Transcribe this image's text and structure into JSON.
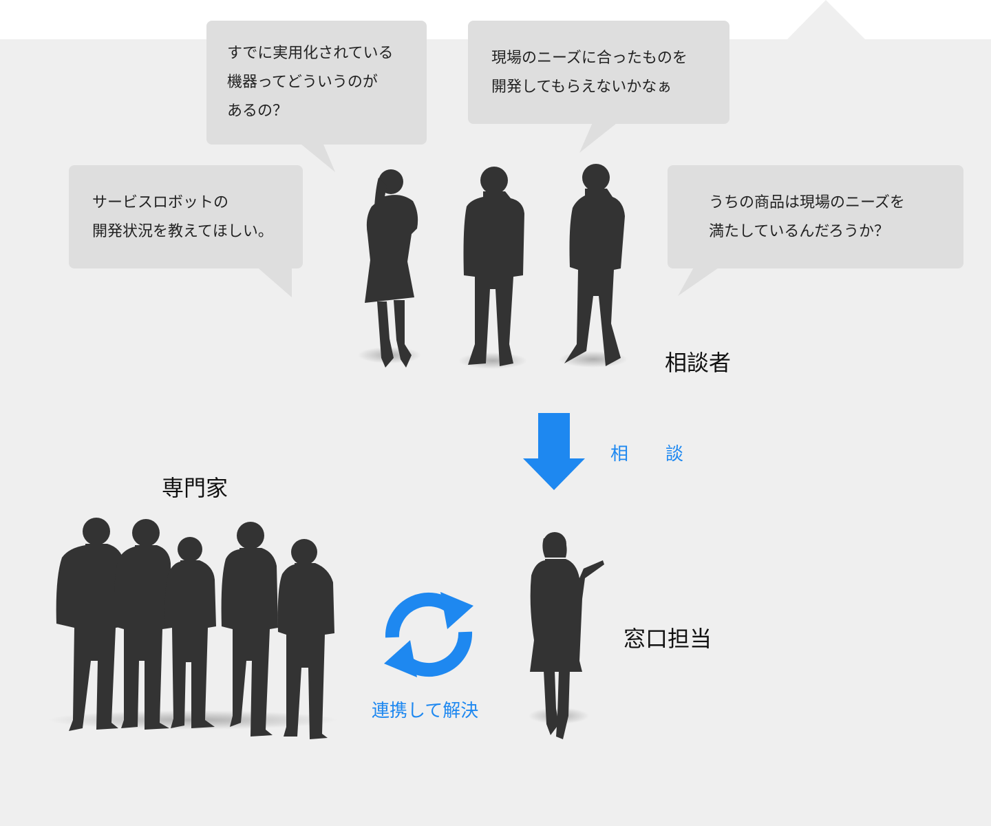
{
  "colors": {
    "panel": "#efefef",
    "bubble": "#dedede",
    "silhouette": "#333333",
    "accent_blue": "#1e88f0",
    "text": "#111111"
  },
  "bubbles": [
    {
      "id": "robot-question",
      "lines": [
        "サービスロボットの",
        "開発状況を教えてほしい。"
      ]
    },
    {
      "id": "equipment-question",
      "lines": [
        "すでに実用化されている",
        "機器ってどういうのが",
        "あるの？"
      ]
    },
    {
      "id": "needs-development",
      "lines": [
        "現場のニーズに合ったものを",
        "開発してもらえないかなぁ"
      ]
    },
    {
      "id": "product-needs",
      "lines": [
        "うちの商品は現場のニーズを",
        "満たしているんだろうか？"
      ]
    }
  ],
  "labels": {
    "consulters": "相談者",
    "consult": "相　談",
    "experts": "専門家",
    "contact_person": "窓口担当",
    "collaborate": "連携して解決"
  },
  "icons": {
    "flow_arrow": "arrow-down-icon",
    "cycle": "refresh-cycle-icon"
  }
}
